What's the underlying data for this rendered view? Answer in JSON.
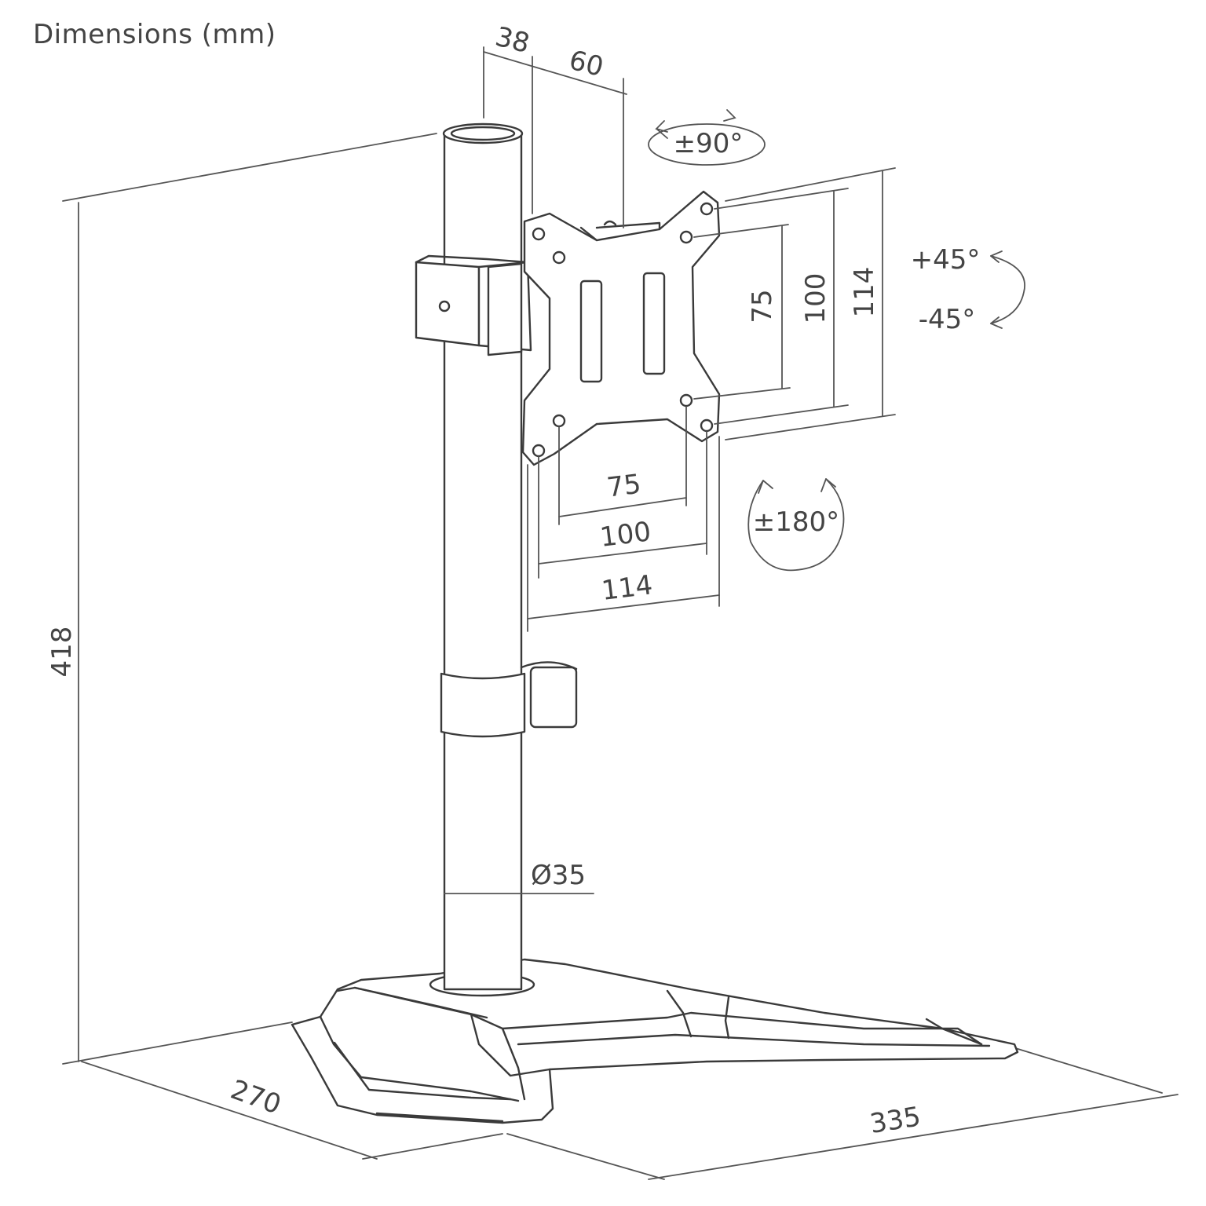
{
  "title": "Dimensions (mm)",
  "dimensions": {
    "pole_top_depth": "38",
    "head_offset": "60",
    "height": "418",
    "pole_diameter": "Ø35",
    "base_depth": "270",
    "base_width": "335",
    "vesa_h_75": "75",
    "vesa_h_100": "100",
    "vesa_h_114": "114",
    "vesa_v_75": "75",
    "vesa_v_100": "100",
    "vesa_v_114": "114"
  },
  "angles": {
    "swivel": "±90°",
    "tilt_up": "+45°",
    "tilt_down": "-45°",
    "rotate": "±180°"
  },
  "colors": {
    "line": "#3a3a3a",
    "text": "#444444",
    "background": "#ffffff"
  }
}
